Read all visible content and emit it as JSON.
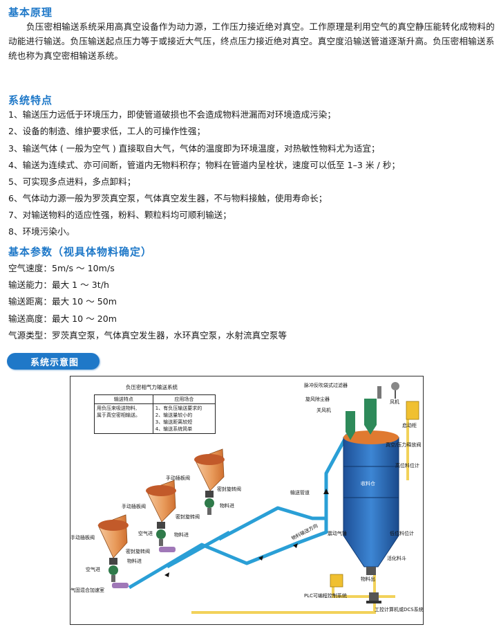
{
  "section1": {
    "title": "基本原理",
    "para": "负压密相输送系统采用高真空设备作为动力源，工作压力接近绝对真空。工作原理是利用空气的真空静压能转化成物料的动能进行输送。负压输送起点压力等于或接近大气压，终点压力接近绝对真空。真空度沿输送管道逐渐升高。负压密相输送系统也称为真空密相输送系统。"
  },
  "section2": {
    "title": "系统特点",
    "items": [
      "1、输送压力远低于环境压力，即使管道破损也不会造成物料泄漏而对环境造成污染；",
      "2、设备的制造、维护要求低，工人的可操作性强；",
      "3、输送气体 ( 一般为空气 ) 直接取自大气，气体的温度即为环境温度，对热敏性物料尤为适宜；",
      "4、输送为连续式、亦可间断，管道内无物料积存；物料在管道内呈栓状，速度可以低至 1–3 米 / 秒；",
      "5、可实现多点进料，多点卸料；",
      "6、气体动力源一般为罗茨真空泵，气体真空发生器，不与物料接触，使用寿命长；",
      "7、对输送物料的适应性强，粉料、颗粒料均可顺利输送；",
      "8、环境污染小。"
    ]
  },
  "section3": {
    "title": "基本参数（视具体物料确定）",
    "items": [
      "空气速度：5m/s ～ 10m/s",
      "输送能力：最大 1 ～ 3t/h",
      "输送距离：最大 10 ～ 50m",
      "输送高度：最大 10 ～ 20m",
      "气源类型：罗茨真空泵，气体真空发生器，水环真空泵，水射流真空泵等"
    ]
  },
  "section4": {
    "title": "系统示意图"
  },
  "diagram": {
    "title": "负压密相气力输送系统",
    "table": {
      "headers": [
        "输送特点",
        "应用场合"
      ],
      "col1": [
        "用负压来吸送物料,",
        "属于真空密相输送。"
      ],
      "col2": [
        "1、有负压输送要求的",
        "2、输送量较小的",
        "3、输送距离较短",
        "4、输送系统简单"
      ]
    },
    "labels": {
      "filter": "脉冲反吹袋式过滤器",
      "cyclone": "旋风除尘器",
      "fan_valve": "关风机",
      "fan": "风机",
      "cabinet": "启动柜",
      "vacuum_release": "真空/压力释放阀",
      "high_level": "高位料位计",
      "silo": "收料仓",
      "pipe": "输送管道",
      "flow_dir": "物料输送方向",
      "vibrator": "震动气锤",
      "low_level": "低位料位计",
      "activator": "活化料斗",
      "material_out": "物料出",
      "plc": "PLC可编程控制系统",
      "computer": "工控计算机或DCS系统",
      "gate1": "手动插板阀",
      "gate2": "手动插板阀",
      "gate3": "手动插板阀",
      "rotary1": "密封旋转阀",
      "rotary2": "密封旋转阀",
      "rotary3": "密封旋转阀",
      "mat1": "物料进",
      "mat2": "物料进",
      "mat3": "物料进",
      "air1": "空气进",
      "air2": "空气进",
      "mixer": "气固混合加速室"
    }
  },
  "colors": {
    "heading": "#1e78c8",
    "pipe": "#2a9fd6",
    "silo": "#1d5ca8",
    "hopper": "#e8a060",
    "signal": "#f2d25a"
  }
}
